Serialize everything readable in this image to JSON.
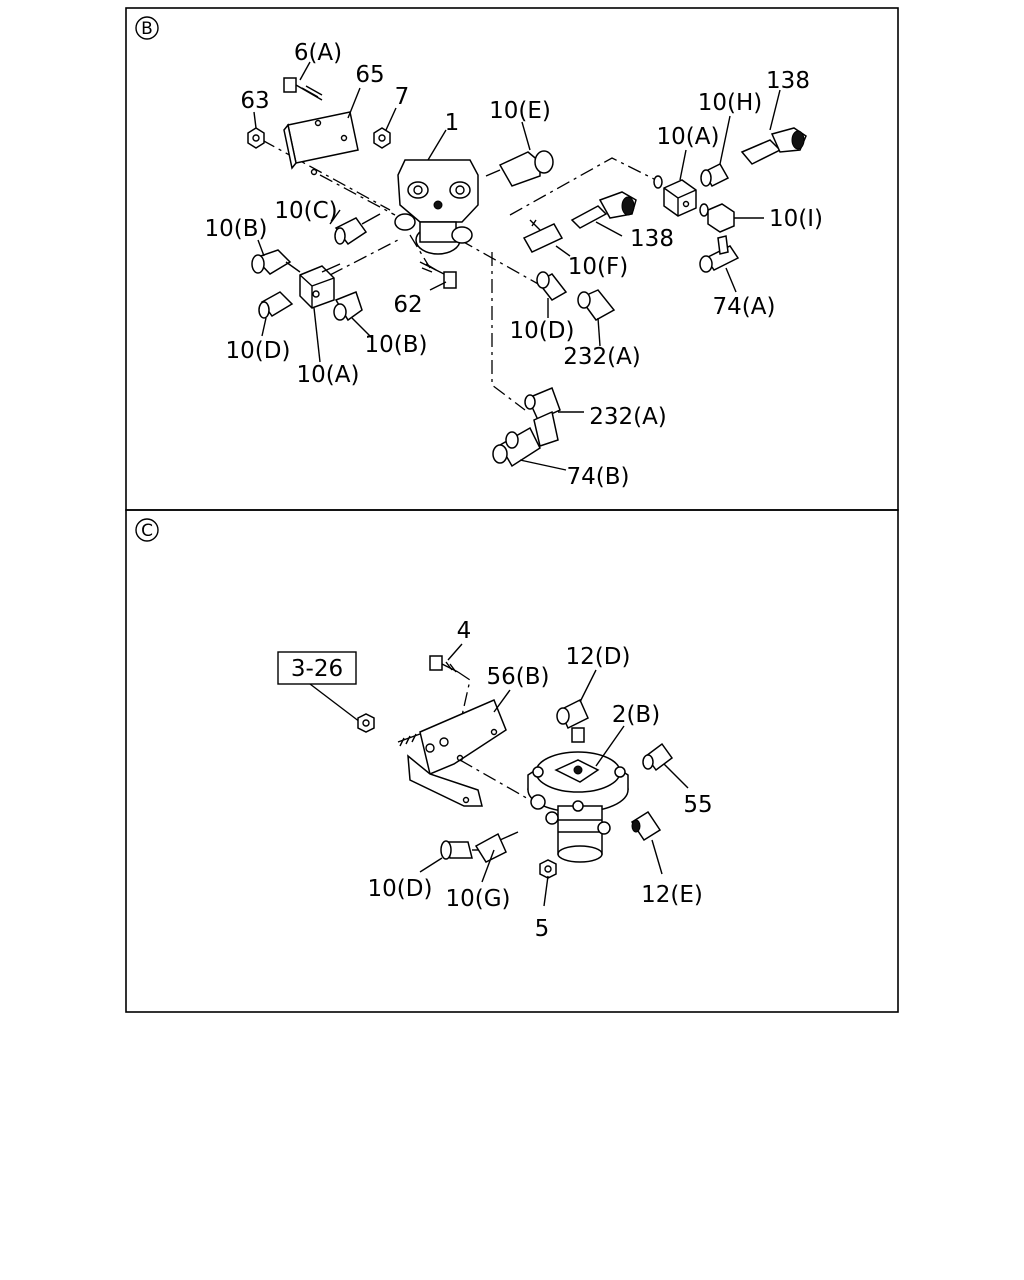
{
  "panels": [
    {
      "marker": "B",
      "labels": [
        "6(A)",
        "65",
        "63",
        "7",
        "1",
        "10(E)",
        "10(H)",
        "138",
        "10(A)",
        "10(C)",
        "10(B)",
        "138",
        "10(I)",
        "10(F)",
        "74(A)",
        "62",
        "10(D)",
        "10(D)",
        "10(B)",
        "10(A)",
        "232(A)",
        "232(A)",
        "74(B)"
      ]
    },
    {
      "marker": "C",
      "reference_box": "3-26",
      "labels": [
        "4",
        "56(B)",
        "12(D)",
        "2(B)",
        "55",
        "10(D)",
        "10(G)",
        "5",
        "12(E)"
      ]
    }
  ]
}
